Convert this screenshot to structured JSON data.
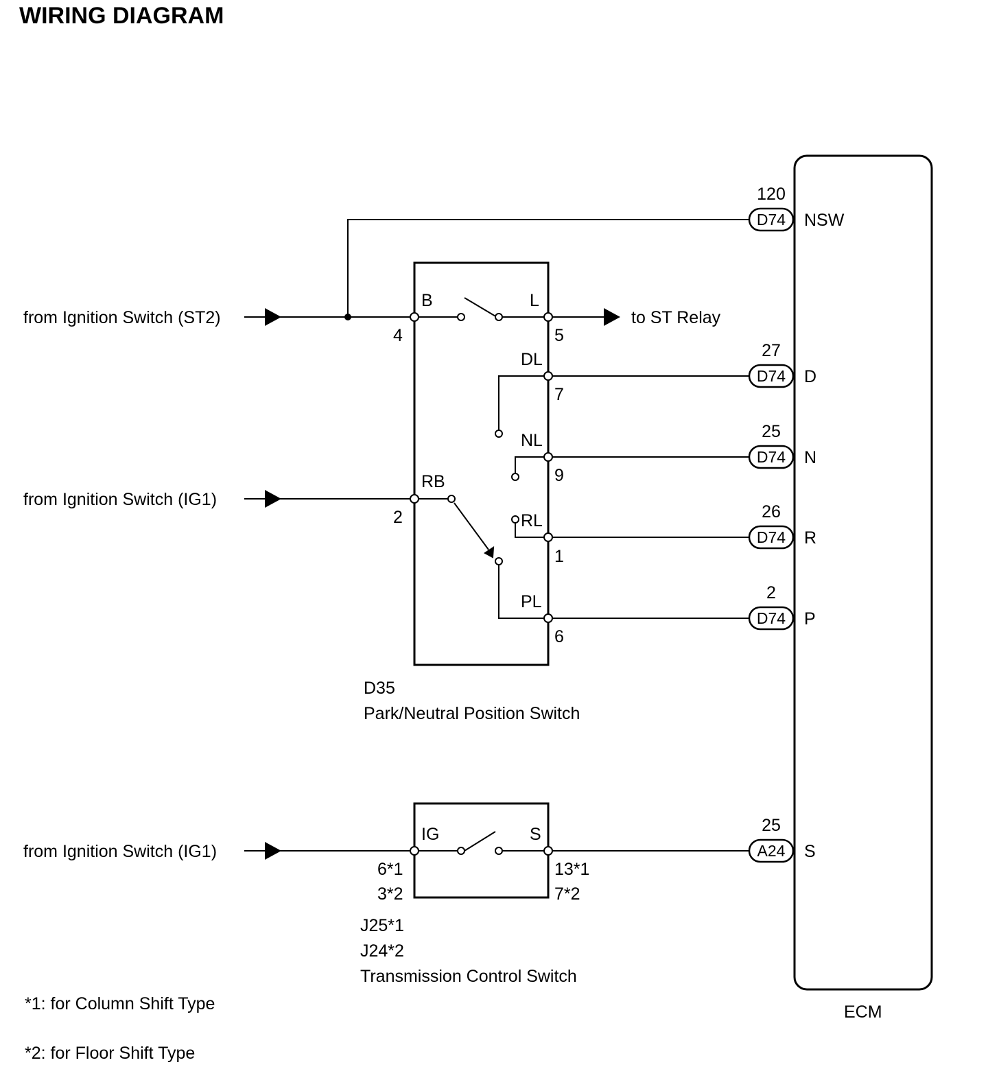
{
  "title": "WIRING DIAGRAM",
  "sources": {
    "st2": "from Ignition Switch (ST2)",
    "ig1_a": "from Ignition Switch (IG1)",
    "ig1_b": "from Ignition Switch (IG1)",
    "st_relay": "to ST Relay"
  },
  "pnp_switch": {
    "code": "D35",
    "name": "Park/Neutral Position Switch",
    "terminals": {
      "B": "B",
      "L": "L",
      "DL": "DL",
      "NL": "NL",
      "RB": "RB",
      "RL": "RL",
      "PL": "PL"
    },
    "pins": {
      "p4": "4",
      "p5": "5",
      "p7": "7",
      "p9": "9",
      "p2": "2",
      "p1": "1",
      "p6": "6"
    }
  },
  "tc_switch": {
    "code1": "J25*1",
    "code2": "J24*2",
    "name": "Transmission Control Switch",
    "terminals": {
      "IG": "IG",
      "S": "S"
    },
    "pins": {
      "left1": "6*1",
      "left2": "3*2",
      "right1": "13*1",
      "right2": "7*2"
    }
  },
  "ecm": {
    "label": "ECM",
    "rows": [
      {
        "pin": "120",
        "connector": "D74",
        "signal": "NSW"
      },
      {
        "pin": "27",
        "connector": "D74",
        "signal": "D"
      },
      {
        "pin": "25",
        "connector": "D74",
        "signal": "N"
      },
      {
        "pin": "26",
        "connector": "D74",
        "signal": "R"
      },
      {
        "pin": "2",
        "connector": "D74",
        "signal": "P"
      },
      {
        "pin": "25",
        "connector": "A24",
        "signal": "S"
      }
    ]
  },
  "notes": [
    "*1: for Column Shift Type",
    "*2: for Floor Shift Type"
  ]
}
